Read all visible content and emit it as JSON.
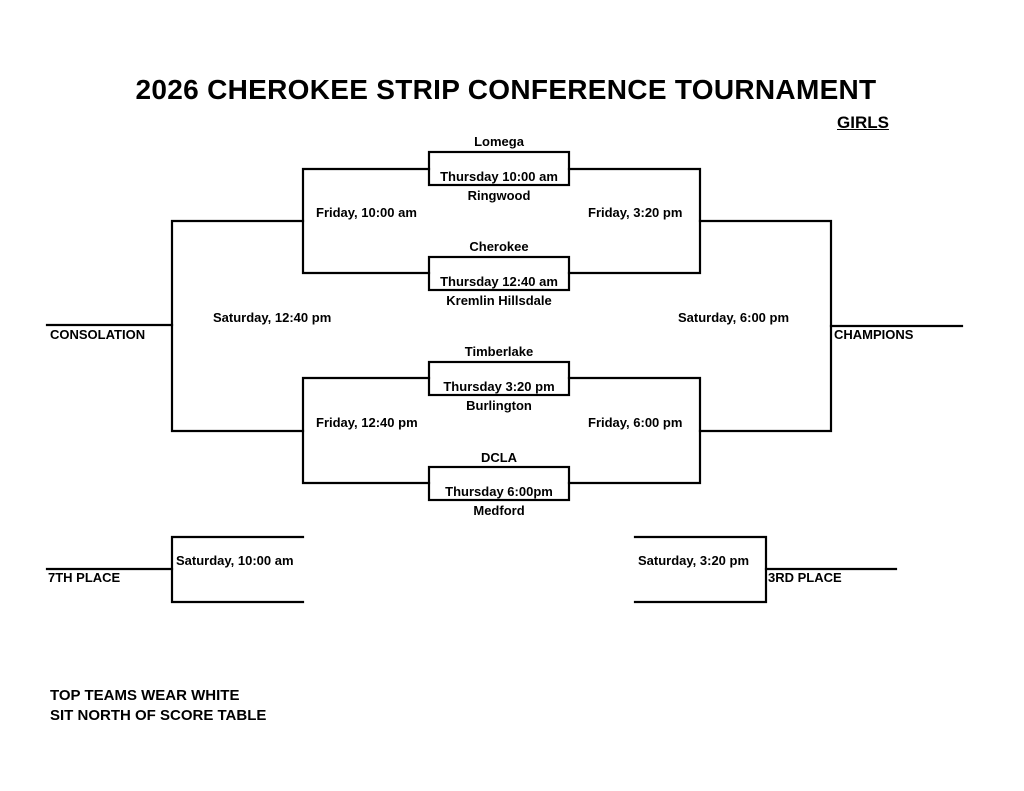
{
  "header": {
    "title": "2026 CHEROKEE STRIP CONFERENCE TOURNAMENT",
    "division": "GIRLS"
  },
  "first_round": [
    {
      "top_team": "Lomega",
      "time": "Thursday 10:00 am",
      "bottom_team": "Ringwood"
    },
    {
      "top_team": "Cherokee",
      "time": "Thursday 12:40 am",
      "bottom_team": "Kremlin Hillsdale"
    },
    {
      "top_team": "Timberlake",
      "time": "Thursday 3:20 pm",
      "bottom_team": "Burlington"
    },
    {
      "top_team": "DCLA",
      "time": "Thursday 6:00pm",
      "bottom_team": "Medford"
    }
  ],
  "friday_games": {
    "top_left": "Friday, 10:00 am",
    "top_right": "Friday, 3:20 pm",
    "bottom_left": "Friday, 12:40 pm",
    "bottom_right": "Friday, 6:00 pm"
  },
  "saturday_games": {
    "consolation": "Saturday, 12:40 pm",
    "championship": "Saturday, 6:00 pm",
    "seventh": "Saturday, 10:00 am",
    "third": "Saturday, 3:20 pm"
  },
  "places": {
    "consolation": "CONSOLATION",
    "champions": "CHAMPIONS",
    "seventh": "7TH PLACE",
    "third": "3RD PLACE"
  },
  "notes": [
    "TOP TEAMS WEAR WHITE",
    "SIT NORTH OF SCORE TABLE"
  ]
}
